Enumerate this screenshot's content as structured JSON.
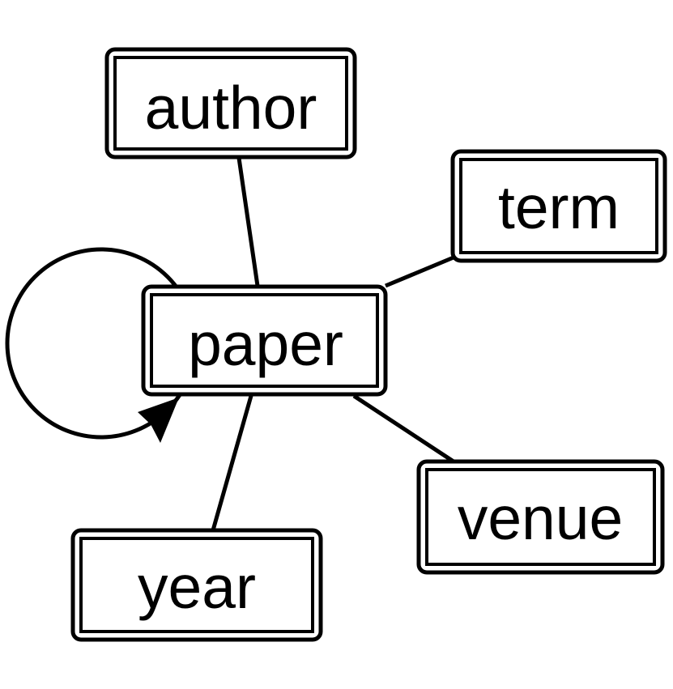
{
  "diagram": {
    "description": "Bibliographic network schema graph with a central paper node",
    "background_color": "#ffffff",
    "line_color": "#000000",
    "node_fill_color": "#ffffff",
    "text_color": "#000000",
    "nodes": [
      {
        "id": "author",
        "label": "author"
      },
      {
        "id": "term",
        "label": "term"
      },
      {
        "id": "paper",
        "label": "paper"
      },
      {
        "id": "venue",
        "label": "venue"
      },
      {
        "id": "year",
        "label": "year"
      }
    ],
    "edges": [
      {
        "from": "author",
        "to": "paper",
        "directed": false
      },
      {
        "from": "term",
        "to": "paper",
        "directed": false
      },
      {
        "from": "paper",
        "to": "venue",
        "directed": false
      },
      {
        "from": "paper",
        "to": "year",
        "directed": false
      },
      {
        "from": "paper",
        "to": "paper",
        "directed": true,
        "shape": "self-loop"
      }
    ]
  }
}
